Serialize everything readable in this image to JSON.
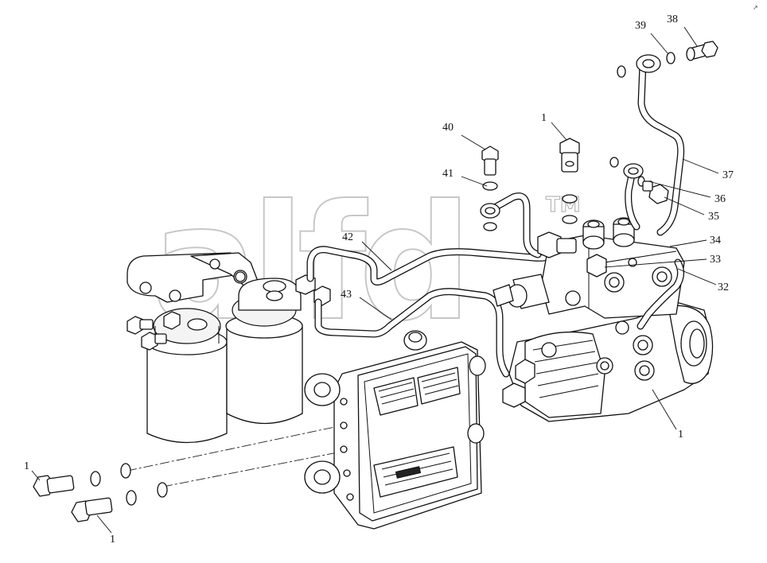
{
  "watermark": {
    "text": "alfd",
    "tm": "TM"
  },
  "corner_mark": "↗",
  "callouts": {
    "c38": "38",
    "c39": "39",
    "c40": "40",
    "c41": "41",
    "c1_top": "1",
    "c37": "37",
    "c36": "36",
    "c35": "35",
    "c34": "34",
    "c33": "33",
    "c32": "32",
    "c42": "42",
    "c43": "43",
    "c1_pump": "1",
    "c1_left_a": "1",
    "c1_left_b": "1"
  }
}
